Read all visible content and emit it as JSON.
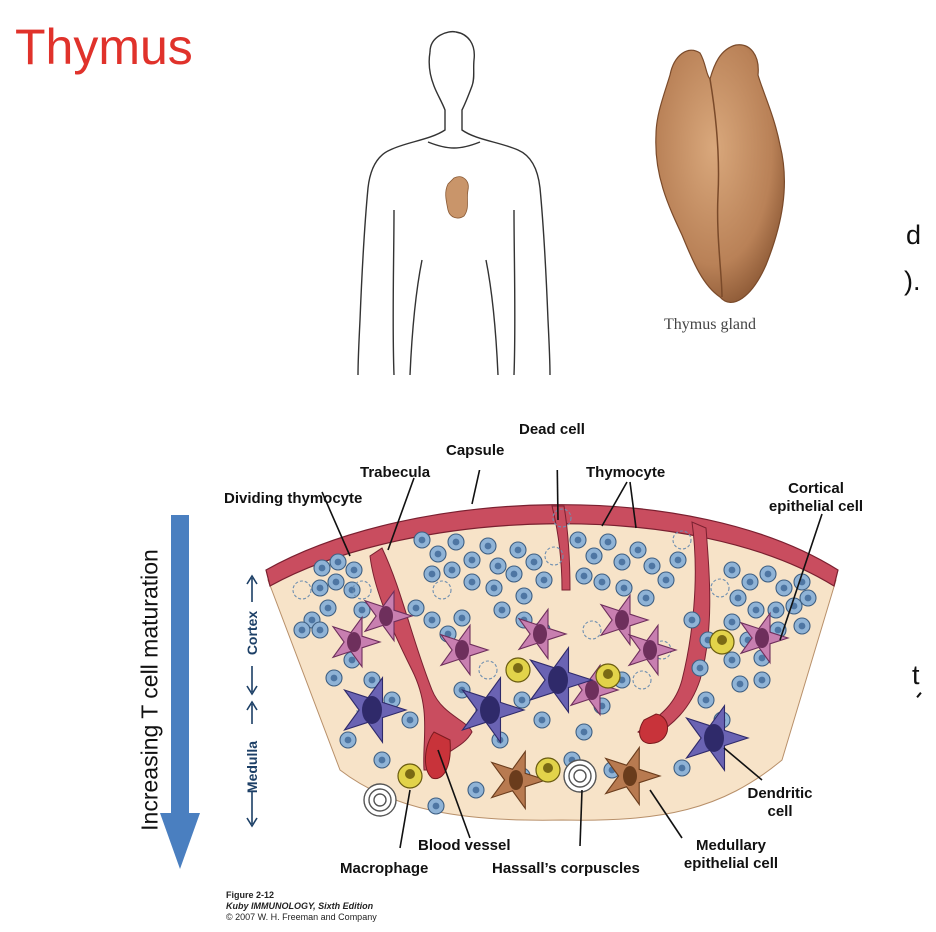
{
  "title": "Thymus",
  "left_text_fragments": [
    "d",
    ").",
    "t"
  ],
  "body_figure": {},
  "gland_figure": {
    "caption": "Thymus gland"
  },
  "maturation_arrow": {
    "label": "Increasing T cell maturation"
  },
  "diagram": {
    "labels": {
      "dead_cell": "Dead cell",
      "capsule": "Capsule",
      "trabecula": "Trabecula",
      "thymocyte": "Thymocyte",
      "dividing_thymocyte": "Dividing thymocyte",
      "cortical_epithelial_cell_1": "Cortical",
      "cortical_epithelial_cell_2": "epithelial cell",
      "dendritic_cell_1": "Dendritic",
      "dendritic_cell_2": "cell",
      "blood_vessel": "Blood vessel",
      "macrophage": "Macrophage",
      "hassalls_corpuscles": "Hassall’s corpuscles",
      "medullary_epithelial_cell_1": "Medullary",
      "medullary_epithelial_cell_2": "epithelial cell"
    },
    "side_labels": {
      "cortex": "Cortex",
      "medulla": "Medulla"
    }
  },
  "figure_caption": {
    "line1": "Figure 2-12",
    "line2": "Kuby IMMUNOLOGY, Sixth Edition",
    "line3": "© 2007 W. H. Freeman and Company"
  },
  "colors": {
    "title": "#e0322b",
    "arrow": "#4a7fc0",
    "capsule": "#c94d5f",
    "tissue": "#f7e3c8",
    "thymocyte": "#8fb3d6",
    "cortical_epithelial": "#c87fb0",
    "dendritic": "#6a63b3",
    "medullary_epithelial": "#b87a50",
    "macrophage": "#e2d34a",
    "blood": "#c8333a"
  }
}
